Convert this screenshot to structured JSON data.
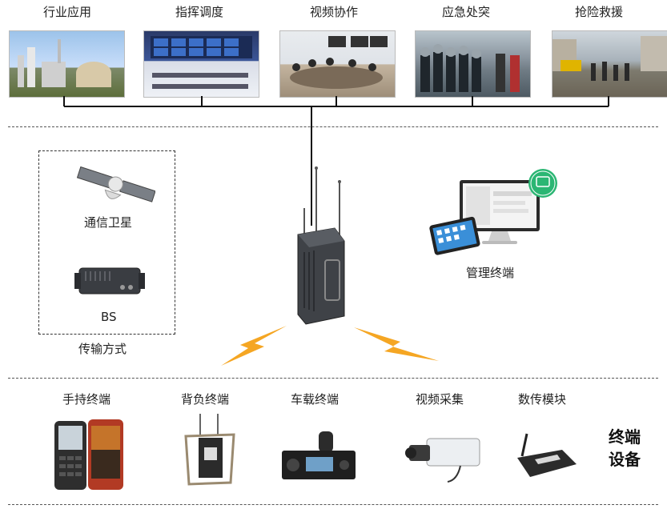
{
  "applications": [
    {
      "label": "行业应用"
    },
    {
      "label": "指挥调度"
    },
    {
      "label": "视频协作"
    },
    {
      "label": "应急处突"
    },
    {
      "label": "抢险救援"
    }
  ],
  "transmission": {
    "satellite_label": "通信卫星",
    "bs_label": "BS",
    "group_label": "传输方式"
  },
  "management": {
    "label": "管理终端"
  },
  "terminals": [
    {
      "label": "手持终端"
    },
    {
      "label": "背负终端"
    },
    {
      "label": "车载终端"
    },
    {
      "label": "视频采集"
    },
    {
      "label": "数传模块"
    }
  ],
  "terminal_group": {
    "line1": "终端",
    "line2": "设备"
  },
  "colors": {
    "lightning": "#f5a623",
    "badge": "#2bb673",
    "line": "#111111"
  }
}
